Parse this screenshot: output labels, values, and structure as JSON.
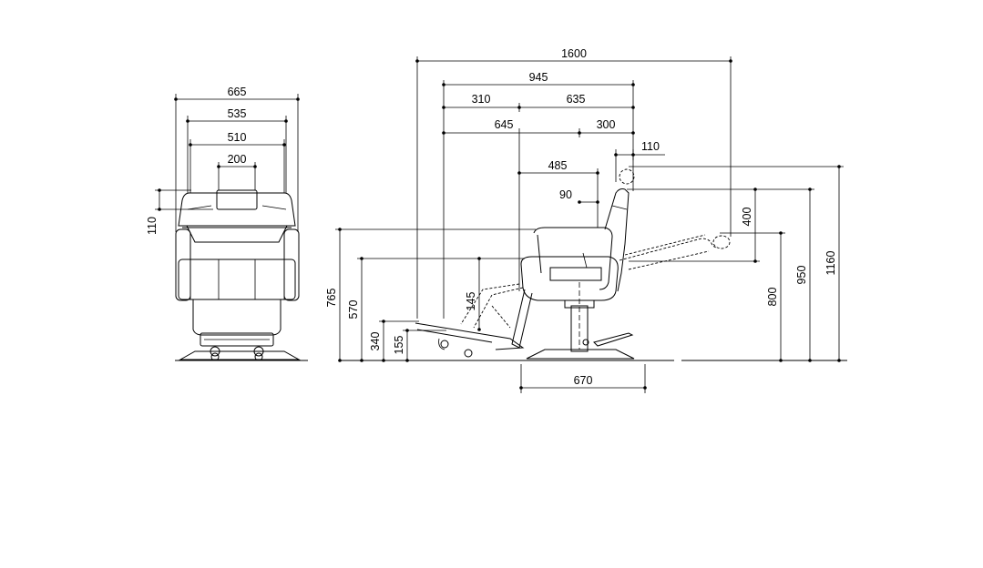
{
  "front_view": {
    "overall_width": "665",
    "armrest_width": "535",
    "seat_width": "510",
    "headrest_width": "200",
    "headrest_height": "110"
  },
  "side_view": {
    "total_length_reclined": "1600",
    "length_upright": "945",
    "footrest_offset": "310",
    "base_to_back": "635",
    "front_to_column": "645",
    "column_to_back": "300",
    "headrest_offset": "110",
    "armrest_depth": "485",
    "back_gap": "90",
    "seat_height_top": "765",
    "seat_height": "570",
    "footrest_top": "340",
    "footrest_height": "155",
    "footrest_rise": "145",
    "base_diameter": "670",
    "reclined_head_drop": "400",
    "back_height_reclined": "800",
    "back_height": "950",
    "headrest_height_total": "1160"
  }
}
